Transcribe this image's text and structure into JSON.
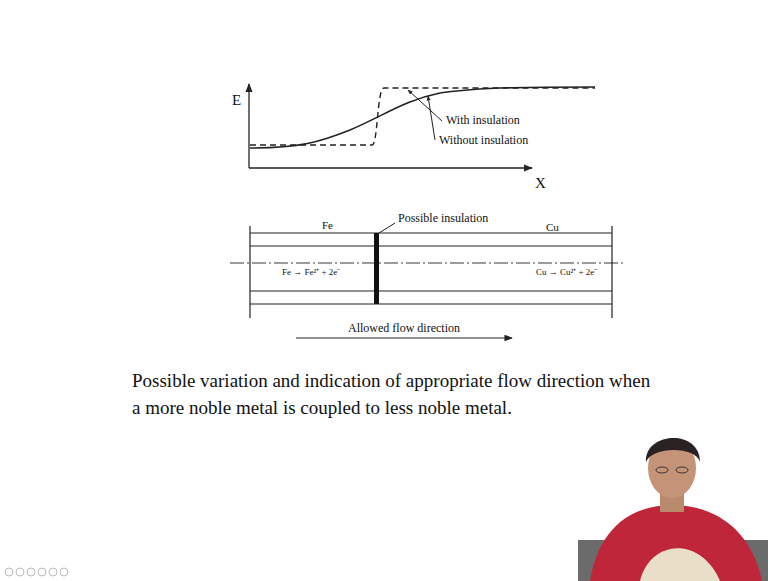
{
  "diagram": {
    "caption": "Possible variation and indication of appropriate flow direction when a more noble metal is coupled to less noble metal.",
    "labels": [
      "E",
      "X",
      "With insulation",
      "Without insulation",
      "Fe",
      "Possible insulation",
      "Cu",
      "Fe → Fe²⁺ + 2e⁻",
      "Cu → Cu²⁺ + 2e⁻",
      "Allowed flow direction"
    ]
  }
}
